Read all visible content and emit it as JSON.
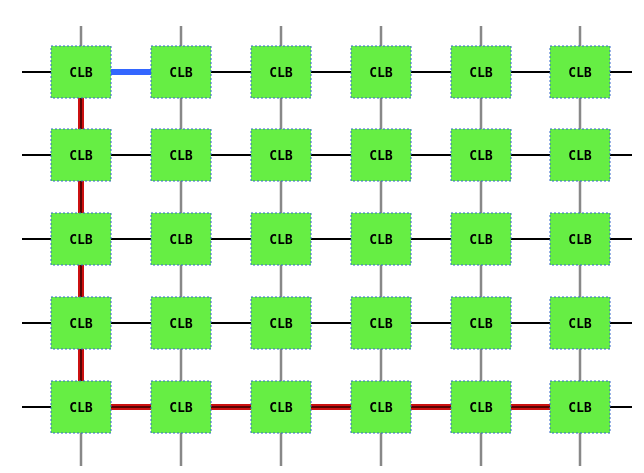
{
  "grid": {
    "rows": 5,
    "cols": 6,
    "block_label": "CLB"
  },
  "colors": {
    "block_fill": "#66ee44",
    "block_border": "#3366cc",
    "horizontal_wire": "#000000",
    "vertical_wire": "#888888",
    "route_red": "#cc1111",
    "route_red_core": "#330000",
    "route_blue": "#3366ff"
  },
  "routes": {
    "blue": [
      {
        "type": "h",
        "row": 0,
        "from_col": 0,
        "to_col": 1
      }
    ],
    "red": [
      {
        "type": "v",
        "col": 0,
        "from_row": 0,
        "to_row": 4
      },
      {
        "type": "h",
        "row": 4,
        "from_col": 0,
        "to_col": 5
      }
    ]
  }
}
